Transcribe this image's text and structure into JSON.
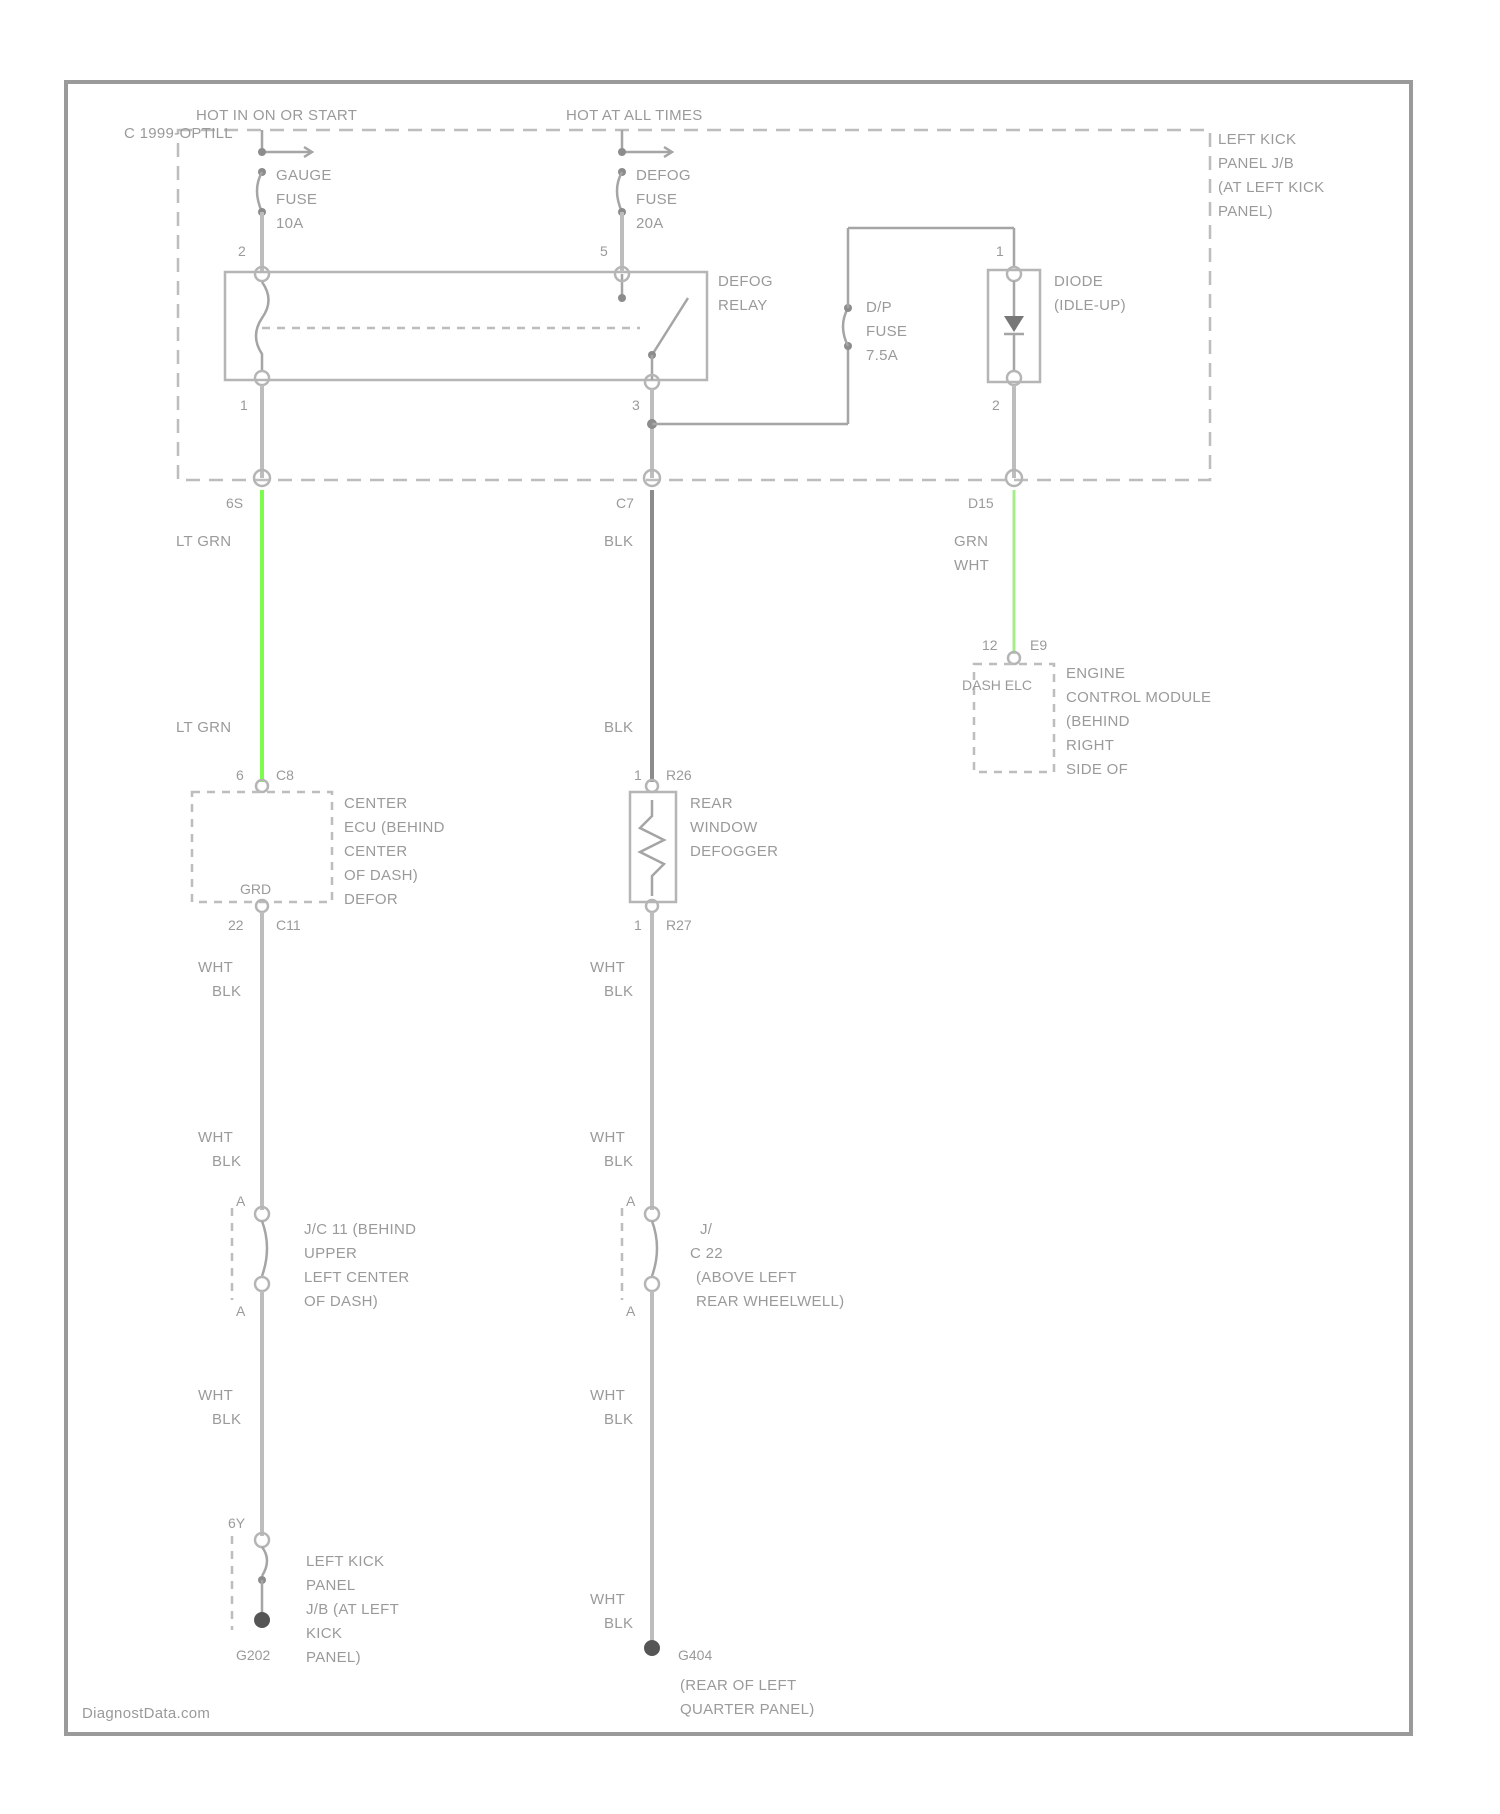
{
  "power": {
    "hot_run_start": "HOT IN ON OR START",
    "hot_all_times": "HOT AT ALL TIMES"
  },
  "junction_block": {
    "left_ref": "C 1999-OPTILL",
    "label": [
      "LEFT KICK",
      "PANEL J/B",
      "(AT LEFT KICK",
      "PANEL)"
    ]
  },
  "fuses": {
    "gauge": [
      "GAUGE",
      "FUSE",
      "10A"
    ],
    "defog": [
      "DEFOG",
      "FUSE",
      "20A"
    ],
    "dp": [
      "D/P",
      "FUSE",
      "7.5A"
    ]
  },
  "relay": [
    "DEFOG",
    "RELAY"
  ],
  "diode": [
    "DIODE",
    "(IDLE-UP)"
  ],
  "pins": {
    "gauge_fuse": "2",
    "defog_fuse": "5",
    "relay_left": "1",
    "relay_right": "3",
    "diode_top": "1",
    "diode_bottom": "2",
    "jb_left": "6S",
    "jb_mid": "C7",
    "jb_right": "D15",
    "ecm_pin": "12",
    "ecm_conn": "E9",
    "center_ecu_pin": "6",
    "center_ecu_conn": "C8",
    "center_ecu_out_pin": "22",
    "center_ecu_out_conn": "C11",
    "defogger_top_pin": "1",
    "defogger_top_conn": "R26",
    "defogger_bottom_pin": "1",
    "defogger_bottom_conn": "R27",
    "j1_top": "A",
    "j1_bottom": "A",
    "j2_top": "A",
    "j2_bottom": "A",
    "jb2_pin": "6Y",
    "ground_left": "G202",
    "ground_right": "G404"
  },
  "wires": {
    "lt_grn_upper": "LT GRN",
    "lt_grn_lower": "LT GRN",
    "blk_upper": "BLK",
    "blk_lower": "BLK",
    "grn_wht": [
      "GRN",
      "WHT"
    ],
    "left_1": [
      "WHT",
      "BLK"
    ],
    "left_2": [
      "WHT",
      "BLK"
    ],
    "left_3": [
      "WHT",
      "BLK"
    ],
    "right_1": [
      "WHT",
      "BLK"
    ],
    "right_2": [
      "WHT",
      "BLK"
    ],
    "right_3": [
      "WHT",
      "BLK"
    ],
    "right_4": [
      "WHT",
      "BLK"
    ]
  },
  "center_ecu": {
    "label": [
      "CENTER",
      "ECU (BEHIND",
      "CENTER",
      "OF DASH)",
      "DEFOR"
    ],
    "inner": "GRD"
  },
  "ecm": {
    "label": [
      "ENGINE",
      "CONTROL MODULE",
      "(BEHIND",
      "RIGHT",
      "SIDE OF"
    ],
    "inner": "DASH ELC"
  },
  "defogger": [
    "REAR",
    "WINDOW",
    "DEFOGGER"
  ],
  "junction_1": [
    "J/C 11 (BEHIND",
    "UPPER",
    "LEFT CENTER",
    "OF DASH)"
  ],
  "junction_2": [
    "J/",
    "C 22",
    "(ABOVE LEFT",
    "REAR WHEELWELL)"
  ],
  "jb2": [
    "LEFT KICK",
    "PANEL",
    "J/B (AT LEFT",
    "KICK",
    "PANEL)"
  ],
  "ground_right_label": [
    "(REAR OF LEFT",
    "QUARTER PANEL)"
  ],
  "watermark": "DiagnostData.com"
}
